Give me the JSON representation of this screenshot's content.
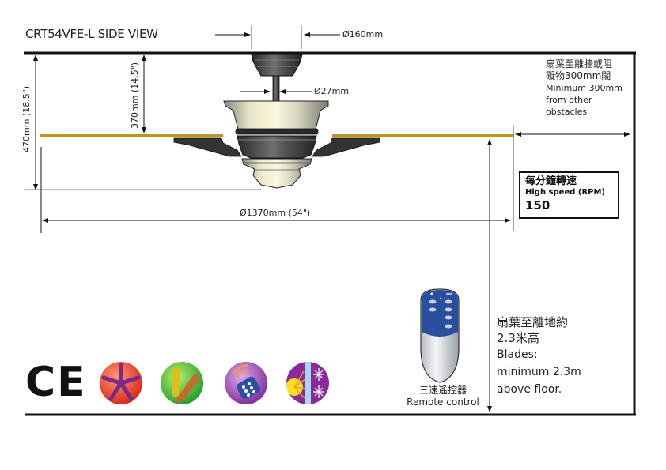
{
  "title": "CRT54VFE-L  SIDE VIEW",
  "dimensions": {
    "canopy_diameter": "Ø160mm",
    "downrod_diameter": "Ø27mm",
    "blade_span": "Ø1370mm  (54\")",
    "blade_drop": "370mm (14.5\")",
    "total_drop": "470mm (18.5\")"
  },
  "clearance_note": {
    "zh_line1": "扇葉至離牆或阻",
    "zh_line2": "礙物300mm闊",
    "en_line1": "Minimum 300mm",
    "en_line2": "from other",
    "en_line3": "obstacles"
  },
  "speed": {
    "zh": "每分鐘轉速",
    "en": "High speed (RPM)",
    "value": "150"
  },
  "floor_note": {
    "zh_line1": "扇葉至離地約",
    "zh_line2": "2.3米高",
    "en_line1": "Blades:",
    "en_line2": "minimum 2.3m",
    "en_line3": "above floor."
  },
  "remote": {
    "zh": "三速遙控器",
    "en": "Remote control"
  },
  "certification": "CE",
  "feature_icons": [
    "fan-blades-icon",
    "wood-blades-icon",
    "remote-control-icon",
    "summer-winter-icon"
  ],
  "colors": {
    "blade": "#c8901e",
    "motor_dark": "#3a3a3a",
    "remote_blue": "#2a4fa0"
  }
}
